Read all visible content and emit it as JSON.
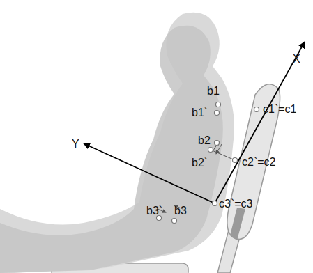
{
  "diagram": {
    "labels": [
      "X",
      "Y",
      "b1",
      "b1`",
      "b2",
      "b2`",
      "c1`=c1",
      "c2`=c2",
      "b3`",
      "b3",
      "c3`=c3"
    ]
  }
}
